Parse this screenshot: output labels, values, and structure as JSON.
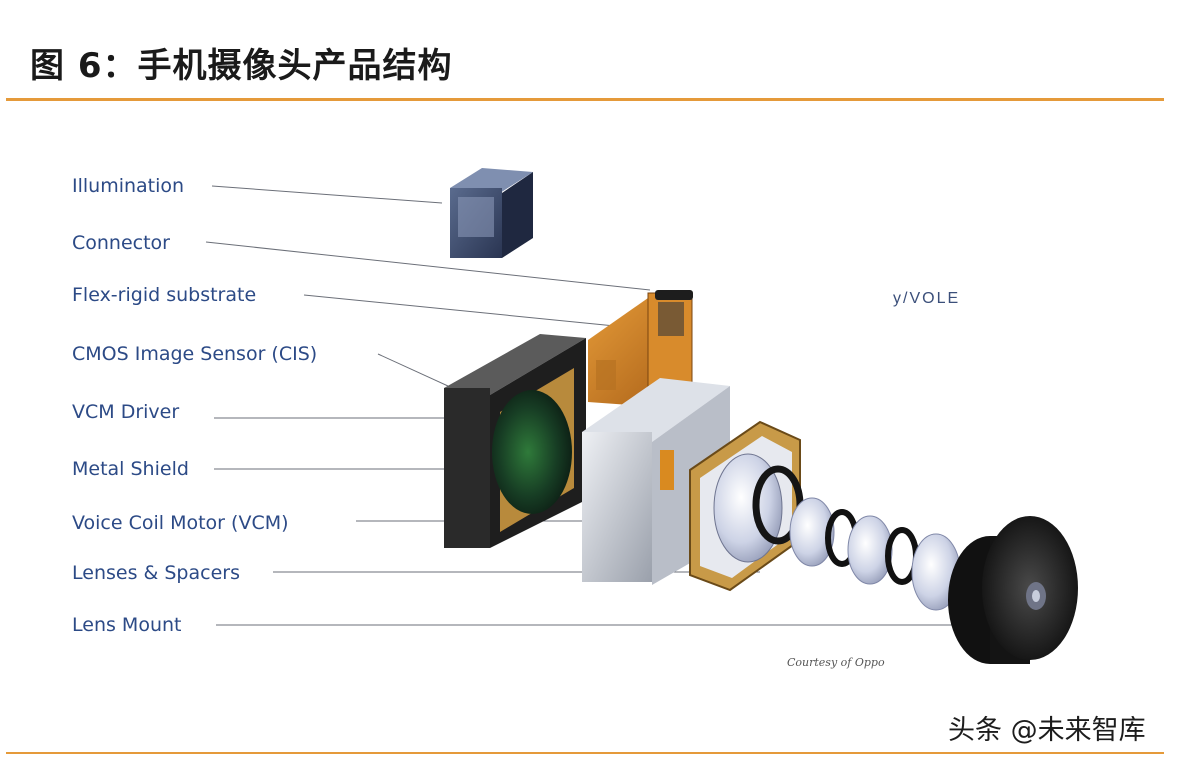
{
  "title": "图 6：手机摄像头产品结构",
  "labels": [
    "Illumination",
    "Connector",
    "Flex-rigid substrate",
    "CMOS Image Sensor (CIS)",
    "VCM Driver",
    "Metal Shield",
    "Voice Coil Motor (VCM)",
    "Lenses & Spacers",
    "Lens Mount"
  ],
  "logo": "y/VOLE",
  "courtesy": "Courtesy of Oppo",
  "watermark": "头条 @未来智库",
  "colors": {
    "accent_rule": "#e59a3a",
    "label_text": "#2c4a86"
  }
}
